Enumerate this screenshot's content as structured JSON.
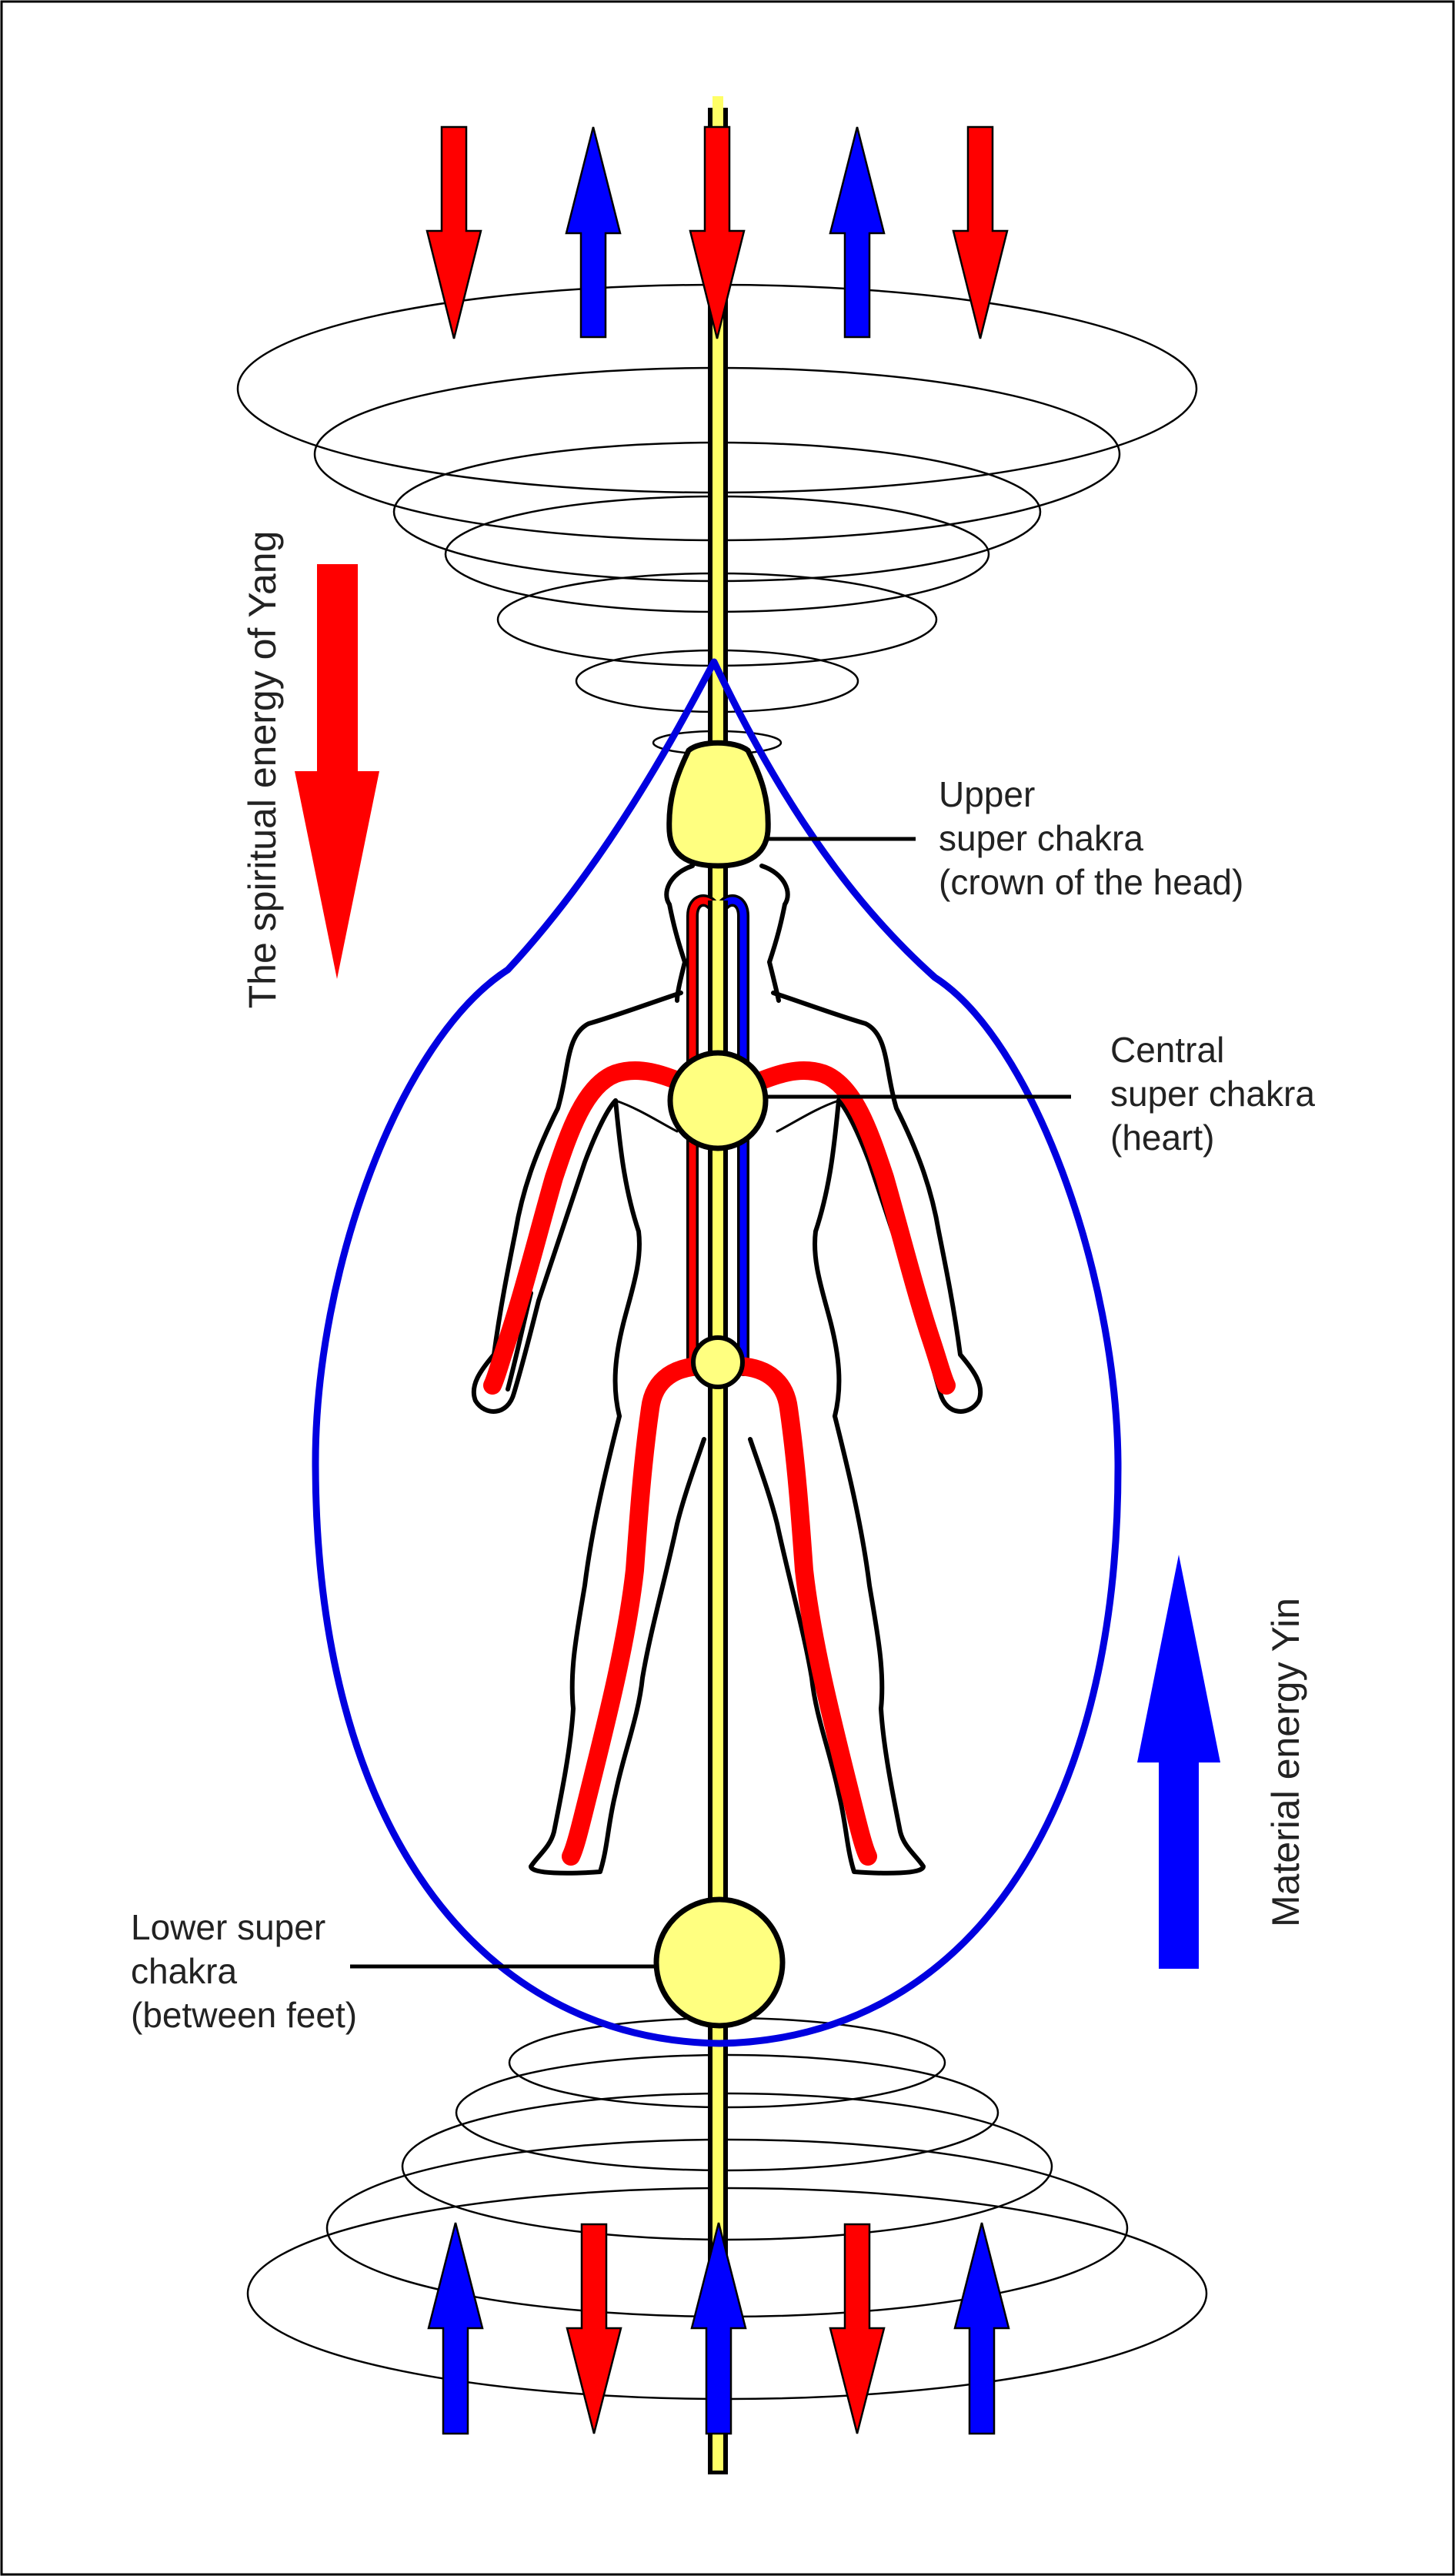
{
  "labels": {
    "upper": [
      "Upper",
      "super chakra",
      "(crown of the head)"
    ],
    "central": [
      "Central",
      "super chakra",
      "(heart)"
    ],
    "lower": [
      "Lower super",
      "chakra",
      "(between feet)"
    ],
    "yang": "The spiritual energy of Yang",
    "yin": "Material energy Yin"
  },
  "colors": {
    "yang_red": "#ff0000",
    "yin_blue": "#0000ff",
    "aura_blue": "#0000e0",
    "chakra_yellow": "#ffff80",
    "channel_yellow": "#ffff66",
    "outline": "#000000"
  },
  "icons": {
    "arrows": "arrow-icon",
    "figure": "human-figure-icon",
    "vortex": "vortex-icon"
  }
}
